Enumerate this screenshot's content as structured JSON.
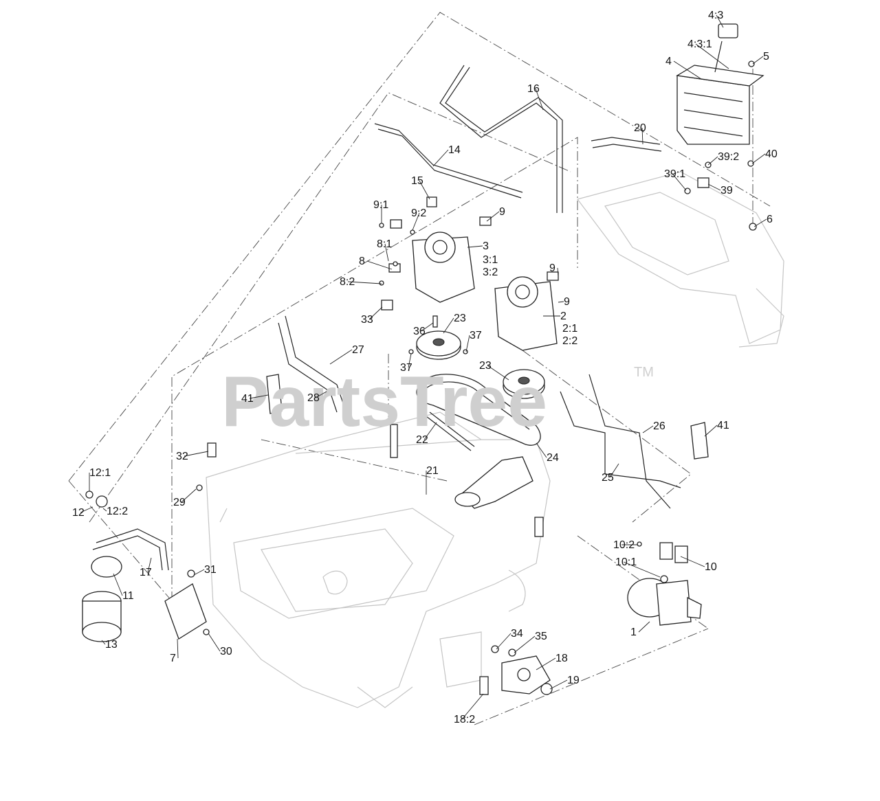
{
  "watermark": {
    "text": "PartsTree",
    "trademark": "TM"
  },
  "callouts": [
    "1",
    "2",
    "2:1",
    "2:2",
    "3",
    "3:1",
    "3:2",
    "4",
    "4:3",
    "4:3:1",
    "5",
    "6",
    "7",
    "8",
    "8:1",
    "8:2",
    "9",
    "9:1",
    "9:2",
    "10",
    "10:1",
    "10:2",
    "11",
    "12",
    "12:1",
    "12:2",
    "13",
    "14",
    "15",
    "16",
    "17",
    "18",
    "18:2",
    "19",
    "20",
    "21",
    "22",
    "23",
    "24",
    "25",
    "26",
    "27",
    "28",
    "29",
    "30",
    "31",
    "32",
    "33",
    "34",
    "35",
    "36",
    "37",
    "39",
    "39:1",
    "39:2",
    "40",
    "41"
  ]
}
